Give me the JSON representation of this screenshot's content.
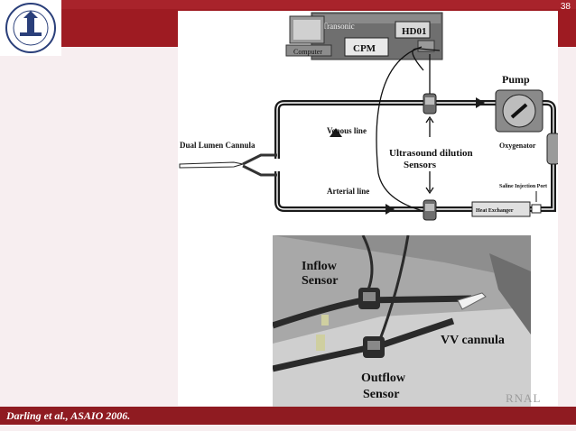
{
  "slide": {
    "number": "38"
  },
  "footer": {
    "citation": "Darling et al., ASAIO 2006."
  },
  "diagram": {
    "monitor": {
      "brand": "Transonic",
      "model": "HD01",
      "module": "CPM",
      "computer_label": "Computer"
    },
    "labels": {
      "dual_lumen_cannula": "Dual Lumen Cannula",
      "venous_line": "Venous line",
      "arterial_line": "Arterial line",
      "sensors_line1": "Ultrasound dilution",
      "sensors_line2": "Sensors",
      "pump": "Pump",
      "oxygenator": "Oxygenator",
      "saline_port": "Saline Injection Port",
      "heat_exchanger": "Heat Exchanger"
    }
  },
  "photo": {
    "inflow_line1": "Inflow",
    "inflow_line2": "Sensor",
    "outflow_line1": "Outflow",
    "outflow_line2": "Sensor",
    "vv_cannula": "VV cannula",
    "watermark": "RNAL"
  }
}
